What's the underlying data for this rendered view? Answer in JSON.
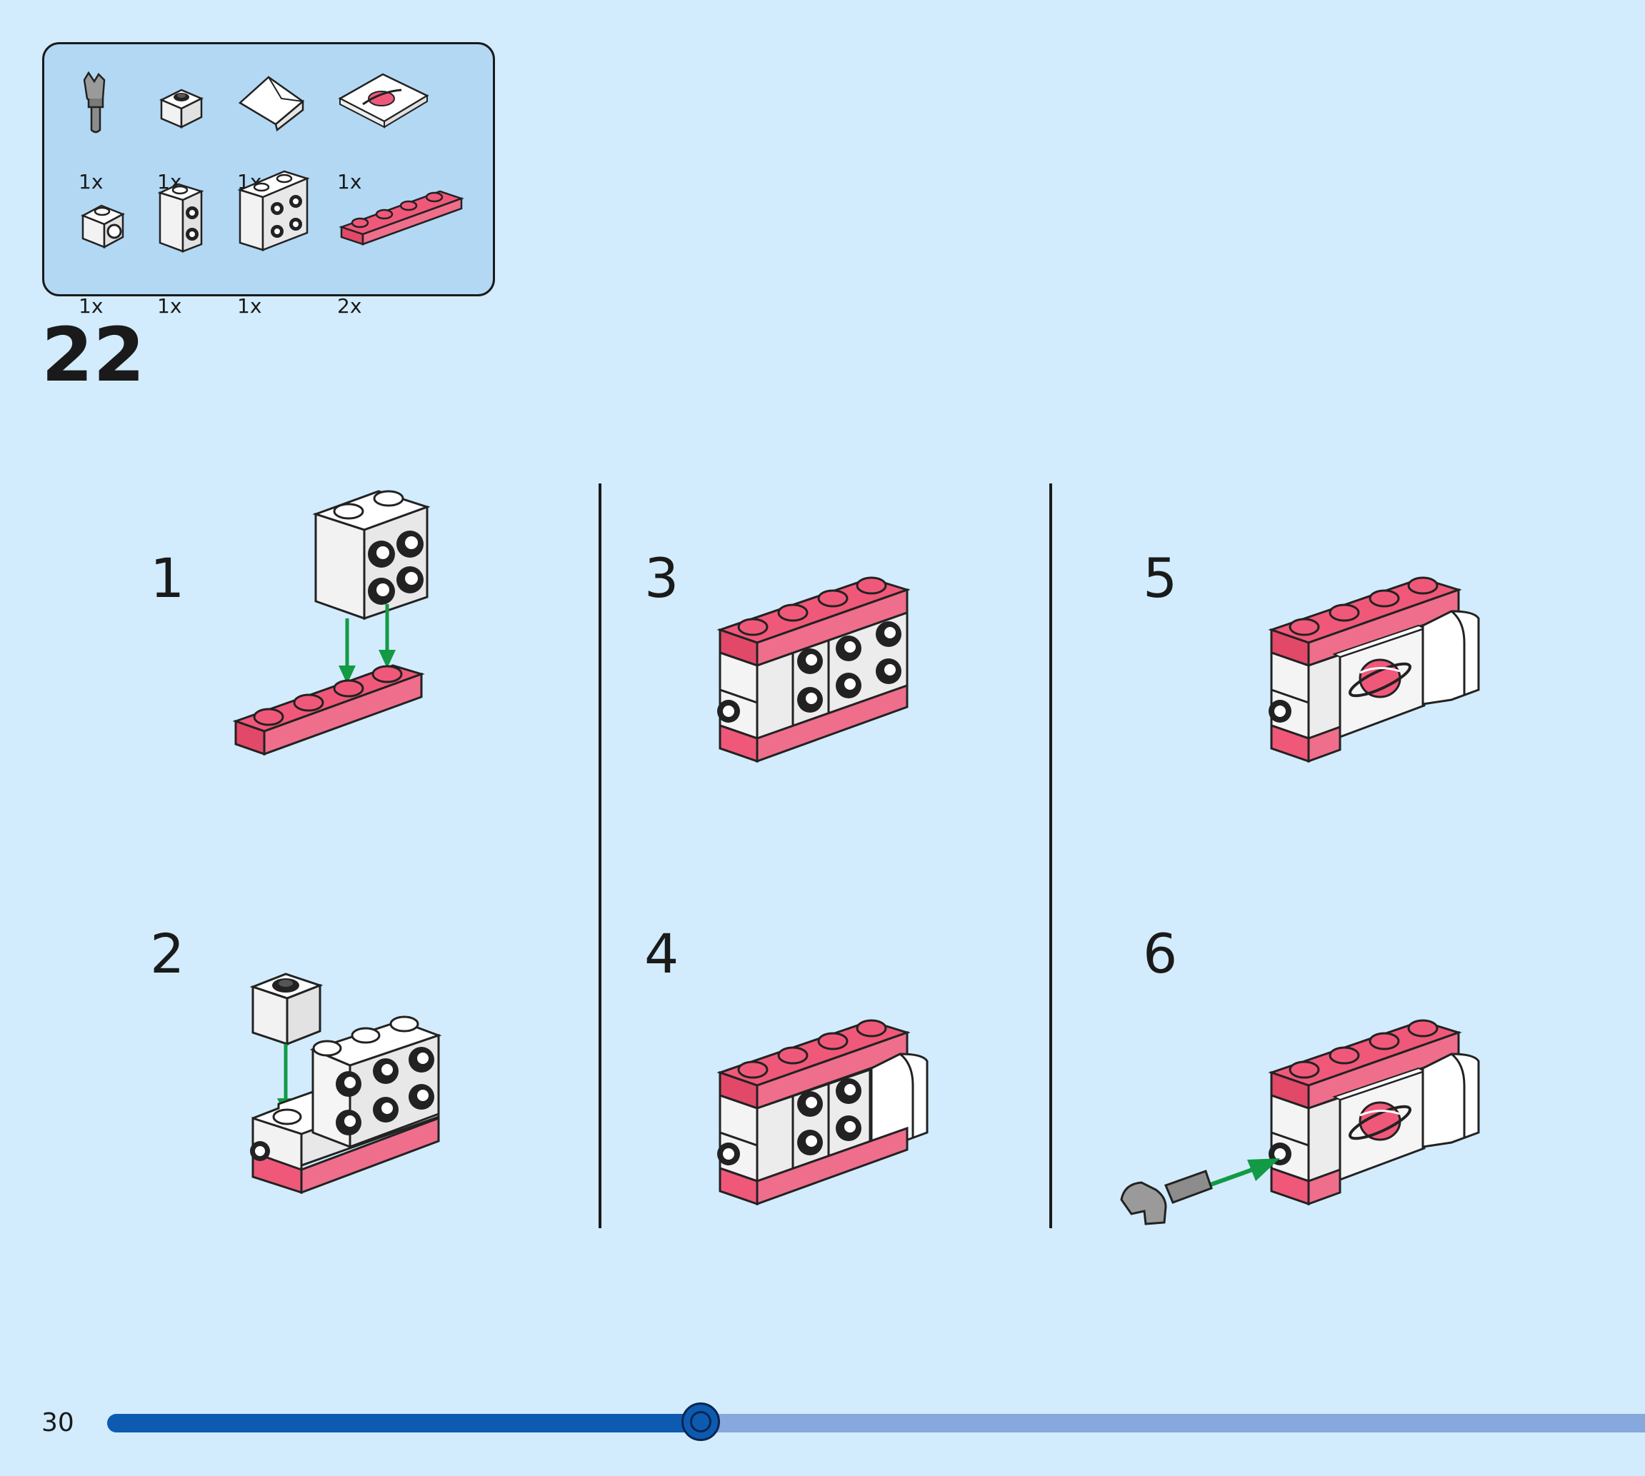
{
  "parts": [
    {
      "qty": "1x",
      "icon": "minifig-wrench-icon"
    },
    {
      "qty": "1x",
      "icon": "white-1x1-brick-icon"
    },
    {
      "qty": "1x",
      "icon": "white-slope-icon"
    },
    {
      "qty": "1x",
      "icon": "printed-planet-tile-icon"
    },
    {
      "qty": "1x",
      "icon": "white-1x1-side-stud-brick-icon"
    },
    {
      "qty": "1x",
      "icon": "white-1x2-side-stud-brick-icon"
    },
    {
      "qty": "1x",
      "icon": "white-2x2-side-stud-brick-icon"
    },
    {
      "qty": "2x",
      "icon": "pink-1x4-plate-icon"
    }
  ],
  "step": {
    "number": "22"
  },
  "substeps": [
    "1",
    "2",
    "3",
    "4",
    "5",
    "6"
  ],
  "page": {
    "number": "30"
  },
  "progress": {
    "fraction": 0.386
  },
  "colors": {
    "background": "#d2ecfd",
    "parts_box": "#b3d8f4",
    "pink": "#f0587a",
    "arrow_green": "#129a45",
    "progress_fill": "#0d5bb0",
    "progress_track": "#86a8dc"
  }
}
